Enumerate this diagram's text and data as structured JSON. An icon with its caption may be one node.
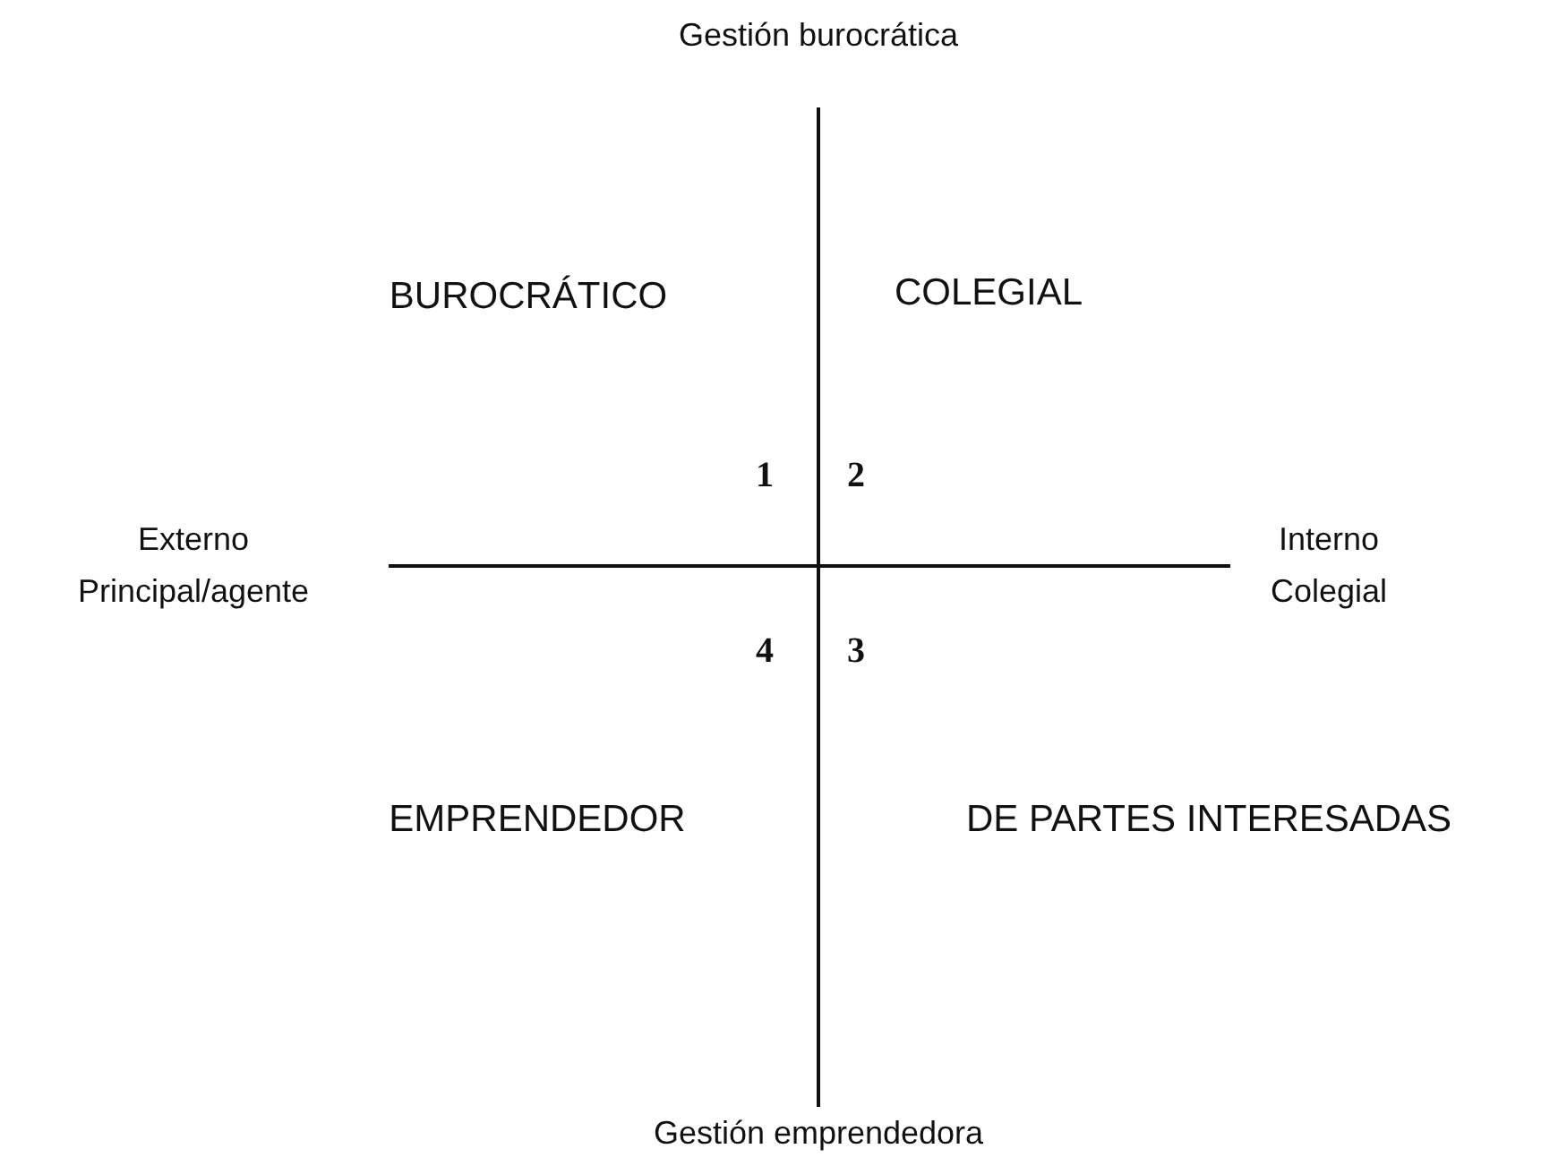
{
  "diagram": {
    "labels": [
      "Gestión burocrática",
      "BUROCRÁTICO",
      "COLEGIAL",
      "1",
      "2",
      "Externo Principal/agente",
      "Interno Colegial",
      "4",
      "3",
      "EMPRENDEDOR",
      "DE PARTES INTERESADAS",
      "Gestión emprendedora"
    ]
  }
}
